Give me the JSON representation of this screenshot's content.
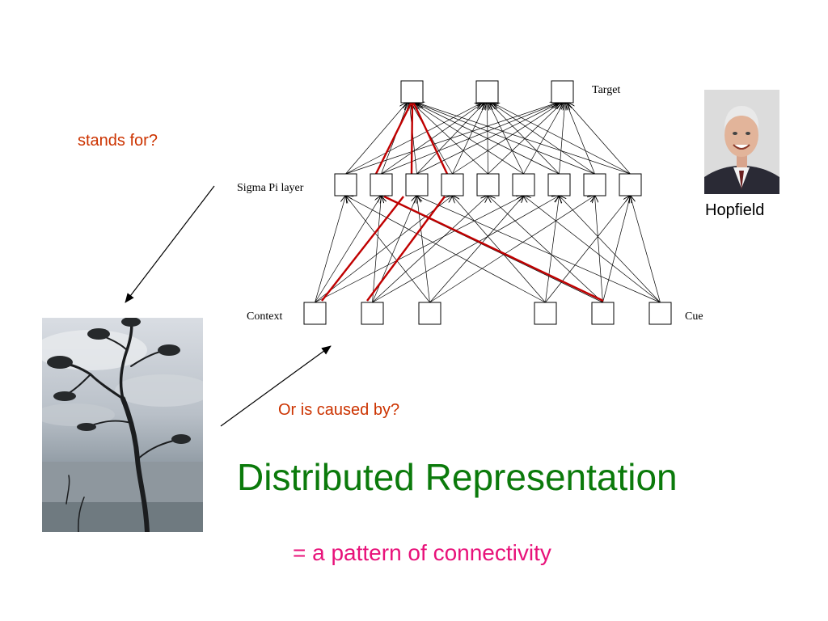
{
  "diagram": {
    "layers": {
      "target": "Target",
      "sigma_pi": "Sigma Pi layer",
      "context": "Context",
      "cue": "Cue"
    },
    "highlight_color": "#c00000",
    "line_color": "#000000"
  },
  "annotations": {
    "stands_for": "stands for?",
    "caused_by": "Or is caused by?",
    "color": "#cc3300"
  },
  "title": "Distributed Representation",
  "subtitle": "= a pattern of connectivity",
  "portrait": {
    "caption": "Hopfield"
  },
  "colors": {
    "title": "#0b7a0b",
    "subtitle": "#e8127a"
  }
}
